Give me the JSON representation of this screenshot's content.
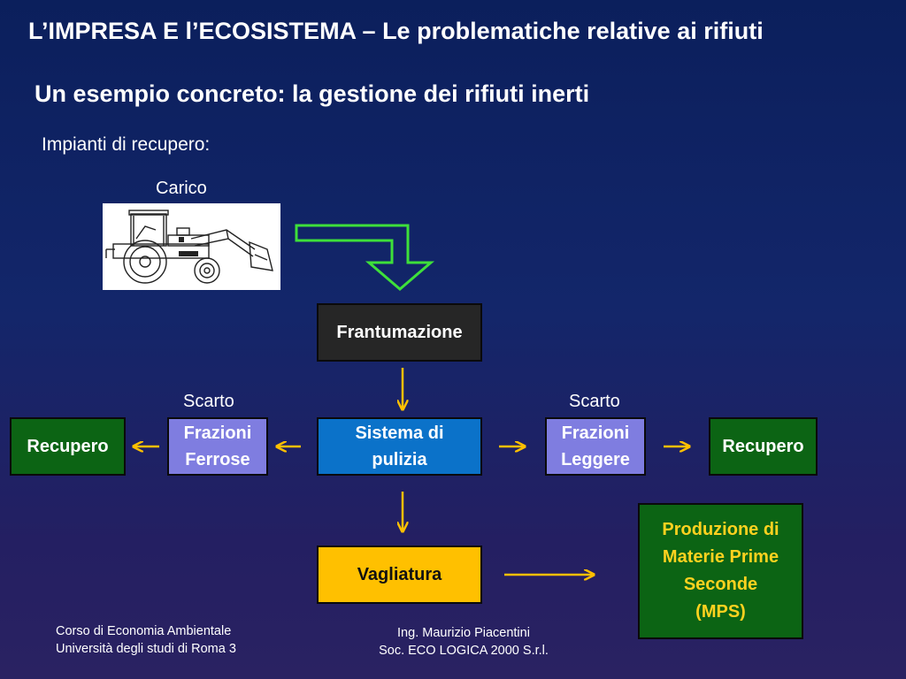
{
  "slide": {
    "title": "L’IMPRESA E l’ECOSISTEMA – Le problematiche relative ai rifiuti",
    "subtitle": "Un esempio concreto: la gestione dei rifiuti inerti",
    "section_label": "Impianti di recupero:"
  },
  "diagram": {
    "carico_label": "Carico",
    "scarto_left_label": "Scarto",
    "scarto_right_label": "Scarto",
    "nodes": {
      "frantumazione": "Frantumazione",
      "sistema_di_pulizia": [
        "Sistema di",
        "pulizia"
      ],
      "frazioni_ferrose": [
        "Frazioni",
        "Ferrose"
      ],
      "frazioni_leggere": [
        "Frazioni",
        "Leggere"
      ],
      "recupero_left": "Recupero",
      "recupero_right": "Recupero",
      "vagliatura": "Vagliatura",
      "mps": [
        "Produzione di",
        "Materie Prime",
        "Seconde",
        "(MPS)"
      ]
    },
    "images": {
      "tractor": "tractor-loader-icon"
    }
  },
  "footer": {
    "left_lines": [
      "Corso di Economia Ambientale",
      "Università degli studi di Roma 3"
    ],
    "right_lines": [
      "Ing. Maurizio Piacentini",
      "Soc. ECO LOGICA 2000 S.r.l."
    ]
  },
  "colors": {
    "background_top": "#0b1f5c",
    "background_bottom": "#2a2262",
    "arrow": "#ffc000",
    "chevron": "#3ee03a",
    "frantumazione": "#262626",
    "sistema_di_pulizia": "#0b72c9",
    "frazioni": "#7f7de0",
    "recupero": "#0c6414",
    "vagliatura": "#ffc000",
    "mps_text": "#ffd21f"
  }
}
